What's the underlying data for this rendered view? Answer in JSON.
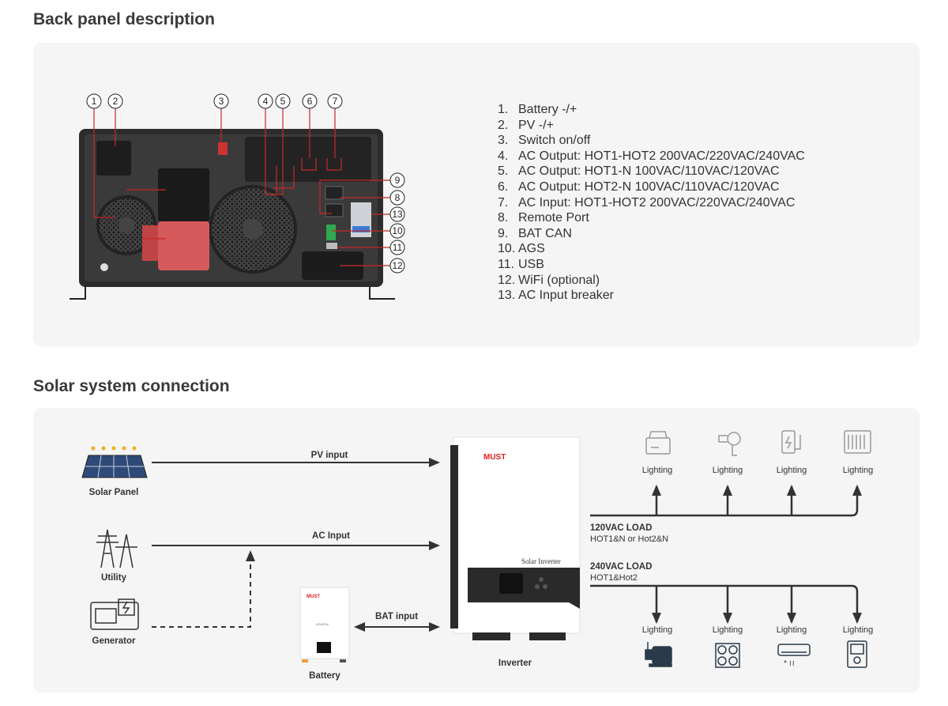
{
  "sections": {
    "back_panel": {
      "title": "Back panel description",
      "callouts": [
        "1",
        "2",
        "3",
        "4",
        "5",
        "6",
        "7",
        "8",
        "9",
        "10",
        "11",
        "12",
        "13"
      ],
      "items": [
        {
          "num": "1.",
          "label": "Battery -/+"
        },
        {
          "num": "2.",
          "label": "PV -/+"
        },
        {
          "num": "3.",
          "label": "Switch on/off"
        },
        {
          "num": "4.",
          "label": "AC Output: HOT1-HOT2 200VAC/220VAC/240VAC"
        },
        {
          "num": "5.",
          "label": "AC Output: HOT1-N 100VAC/110VAC/120VAC"
        },
        {
          "num": "6.",
          "label": "AC Output: HOT2-N 100VAC/110VAC/120VAC"
        },
        {
          "num": "7.",
          "label": "AC Input: HOT1-HOT2 200VAC/220VAC/240VAC"
        },
        {
          "num": "8.",
          "label": "Remote Port"
        },
        {
          "num": "9.",
          "label": "BAT CAN"
        },
        {
          "num": "10.",
          "label": "AGS"
        },
        {
          "num": "11.",
          "label": "USB"
        },
        {
          "num": "12.",
          "label": "WiFi (optional)"
        },
        {
          "num": "13.",
          "label": "AC Input breaker"
        }
      ]
    },
    "solar": {
      "title": "Solar system connection",
      "sources": {
        "solar_panel": "Solar Panel",
        "utility": "Utility",
        "generator": "Generator",
        "battery": "Battery",
        "inverter": "Inverter"
      },
      "arrows": {
        "pv": "PV input",
        "ac": "AC Input",
        "bat": "BAT input"
      },
      "inverter_brand": "MUST",
      "inverter_model": "Solar Inverter",
      "battery_brand": "MUST",
      "battery_type": "LiFePO4",
      "load_120": {
        "title": "120VAC LOAD",
        "subtitle": "HOT1&N or Hot2&N",
        "loads": [
          "Lighting",
          "Lighting",
          "Lighting",
          "Lighting"
        ],
        "icons": [
          "toaster-icon",
          "hair-dryer-icon",
          "phone-charger-icon",
          "heater-icon"
        ]
      },
      "load_240": {
        "title": "240VAC LOAD",
        "subtitle": "HOT1&Hot2",
        "loads": [
          "Lighting",
          "Lighting",
          "Lighting",
          "Lighting"
        ],
        "icons": [
          "water-pump-icon",
          "stove-icon",
          "air-conditioner-icon",
          "water-heater-icon"
        ]
      }
    }
  },
  "colors": {
    "accent_red": "#e02020",
    "connector_red": "#d65a5c",
    "panel_bg": "#f5f5f5",
    "line": "#333333"
  }
}
